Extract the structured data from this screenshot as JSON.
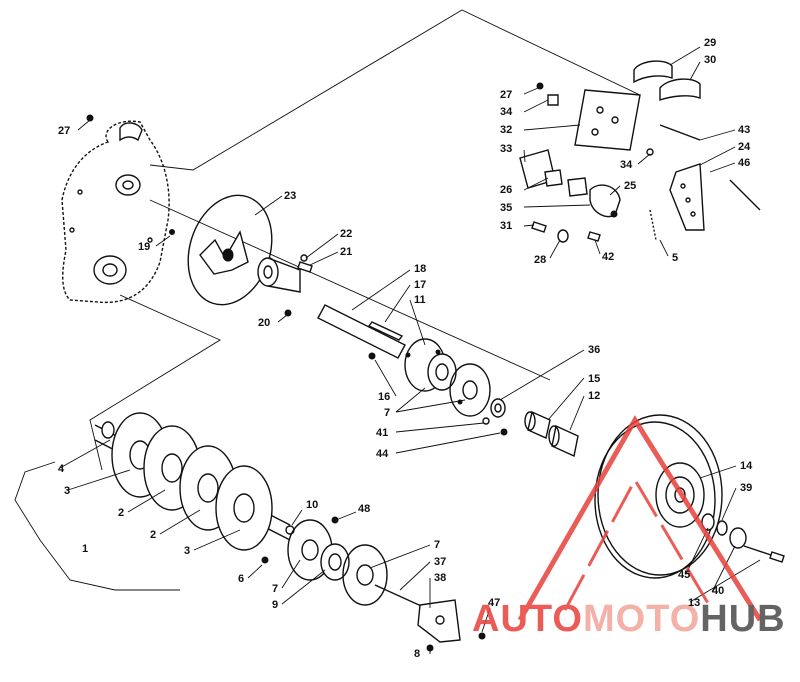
{
  "callouts": [
    {
      "id": "c29",
      "text": "29"
    },
    {
      "id": "c30",
      "text": "30"
    },
    {
      "id": "c27a",
      "text": "27"
    },
    {
      "id": "c34a",
      "text": "34"
    },
    {
      "id": "c32",
      "text": "32"
    },
    {
      "id": "c43",
      "text": "43"
    },
    {
      "id": "c33",
      "text": "33"
    },
    {
      "id": "c34b",
      "text": "34"
    },
    {
      "id": "c24",
      "text": "24"
    },
    {
      "id": "c46",
      "text": "46"
    },
    {
      "id": "c26",
      "text": "26"
    },
    {
      "id": "c25",
      "text": "25"
    },
    {
      "id": "c35",
      "text": "35"
    },
    {
      "id": "c31",
      "text": "31"
    },
    {
      "id": "c28",
      "text": "28"
    },
    {
      "id": "c42",
      "text": "42"
    },
    {
      "id": "c5",
      "text": "5"
    },
    {
      "id": "c27b",
      "text": "27"
    },
    {
      "id": "c23",
      "text": "23"
    },
    {
      "id": "c22",
      "text": "22"
    },
    {
      "id": "c21",
      "text": "21"
    },
    {
      "id": "c19",
      "text": "19"
    },
    {
      "id": "c20",
      "text": "20"
    },
    {
      "id": "c18",
      "text": "18"
    },
    {
      "id": "c17",
      "text": "17"
    },
    {
      "id": "c11",
      "text": "11"
    },
    {
      "id": "c36",
      "text": "36"
    },
    {
      "id": "c16",
      "text": "16"
    },
    {
      "id": "c7a",
      "text": "7"
    },
    {
      "id": "c41",
      "text": "41"
    },
    {
      "id": "c44",
      "text": "44"
    },
    {
      "id": "c15",
      "text": "15"
    },
    {
      "id": "c12",
      "text": "12"
    },
    {
      "id": "c4",
      "text": "4"
    },
    {
      "id": "c3a",
      "text": "3"
    },
    {
      "id": "c2a",
      "text": "2"
    },
    {
      "id": "c2b",
      "text": "2"
    },
    {
      "id": "c3b",
      "text": "3"
    },
    {
      "id": "c1",
      "text": "1"
    },
    {
      "id": "c10",
      "text": "10"
    },
    {
      "id": "c48",
      "text": "48"
    },
    {
      "id": "c6",
      "text": "6"
    },
    {
      "id": "c7b",
      "text": "7"
    },
    {
      "id": "c9",
      "text": "9"
    },
    {
      "id": "c7c",
      "text": "7"
    },
    {
      "id": "c37",
      "text": "37"
    },
    {
      "id": "c38",
      "text": "38"
    },
    {
      "id": "c47",
      "text": "47"
    },
    {
      "id": "c8",
      "text": "8"
    },
    {
      "id": "c14",
      "text": "14"
    },
    {
      "id": "c39",
      "text": "39"
    },
    {
      "id": "c45",
      "text": "45"
    },
    {
      "id": "c40",
      "text": "40"
    },
    {
      "id": "c13",
      "text": "13"
    }
  ],
  "watermark": {
    "part1": "AUTO",
    "part2": "MOTO",
    "part3": "HUB",
    "color_primary": "#e8403a",
    "color_secondary": "#f2a49a",
    "color_dark": "#4a4a4a"
  }
}
